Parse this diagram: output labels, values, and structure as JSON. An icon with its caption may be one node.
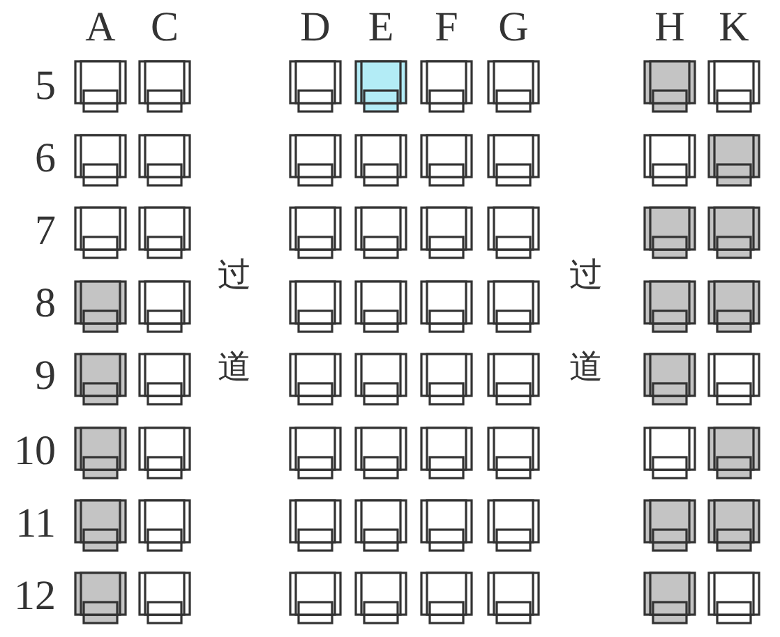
{
  "diagram": {
    "nodes": [
      {
        "text": [],
        "shape": "box"
      },
      {
        "text": [],
        "shape": "box"
      },
      {
        "text": [],
        "shape": "box"
      },
      {
        "text": [],
        "shape": "box"
      },
      {
        "text": [],
        "shape": "box"
      },
      {
        "text": [],
        "shape": "box"
      },
      {
        "text": [],
        "shape": "box"
      },
      {
        "text": [],
        "shape": "box"
      },
      {
        "text": [],
        "shape": "box"
      },
      {
        "text": [],
        "shape": "box"
      },
      {
        "text": [],
        "shape": "box"
      },
      {
        "text": [],
        "shape": "box"
      },
      {
        "text": [],
        "shape": "box"
      },
      {
        "text": [],
        "shape": "box"
      },
      {
        "text": [],
        "shape": "box"
      },
      {
        "text": [],
        "shape": "box"
      },
      {
        "text": [],
        "shape": "box"
      },
      {
        "text": [],
        "shape": "box"
      },
      {
        "text": [],
        "shape": "box"
      },
      {
        "text": [],
        "shape": "box"
      },
      {
        "text": [],
        "shape": "box"
      },
      {
        "text": [],
        "shape": "box"
      },
      {
        "text": [],
        "shape": "box"
      },
      {
        "text": [],
        "shape": "box"
      },
      {
        "text": [],
        "shape": "box"
      },
      {
        "text": [],
        "shape": "box"
      },
      {
        "text": [],
        "shape": "box"
      },
      {
        "text": [],
        "shape": "box"
      },
      {
        "text": [],
        "shape": "box"
      },
      {
        "text": [],
        "shape": "box"
      },
      {
        "text": [],
        "shape": "box"
      },
      {
        "text": [],
        "shape": "box"
      },
      {
        "text": [],
        "shape": "box"
      },
      {
        "text": [],
        "shape": "box"
      },
      {
        "text": [],
        "shape": "box"
      },
      {
        "text": [],
        "shape": "box"
      },
      {
        "text": [],
        "shape": "box"
      },
      {
        "text": [],
        "shape": "box"
      },
      {
        "text": [],
        "shape": "box"
      },
      {
        "text": [],
        "shape": "box"
      },
      {
        "text": [],
        "shape": "box"
      },
      {
        "text": [],
        "shape": "box"
      },
      {
        "text": [],
        "shape": "box"
      },
      {
        "text": [],
        "shape": "box"
      },
      {
        "text": [],
        "shape": "box"
      },
      {
        "text": [],
        "shape": "box"
      },
      {
        "text": [],
        "shape": "box"
      },
      {
        "text": [],
        "shape": "box"
      },
      {
        "text": [],
        "shape": "box"
      },
      {
        "text": [],
        "shape": "box"
      },
      {
        "text": [],
        "shape": "box"
      },
      {
        "text": [],
        "shape": "box"
      },
      {
        "text": [],
        "shape": "box"
      },
      {
        "text": [],
        "shape": "box"
      },
      {
        "text": [],
        "shape": "box"
      },
      {
        "text": [],
        "shape": "box"
      },
      {
        "text": [],
        "shape": "box"
      },
      {
        "text": [],
        "shape": "box"
      },
      {
        "text": [],
        "shape": "box"
      },
      {
        "text": [],
        "shape": "box"
      },
      {
        "text": [],
        "shape": "box"
      },
      {
        "text": [],
        "shape": "box"
      },
      {
        "text": [],
        "shape": "box"
      },
      {
        "text": [],
        "shape": "box"
      }
    ],
    "labels": [
      "A",
      "C",
      "D",
      "E",
      "F",
      "G",
      "H",
      "K",
      "5",
      "6",
      "7",
      "过",
      "过",
      "8",
      "9",
      "道",
      "道",
      "10",
      "11",
      "12"
    ]
  }
}
